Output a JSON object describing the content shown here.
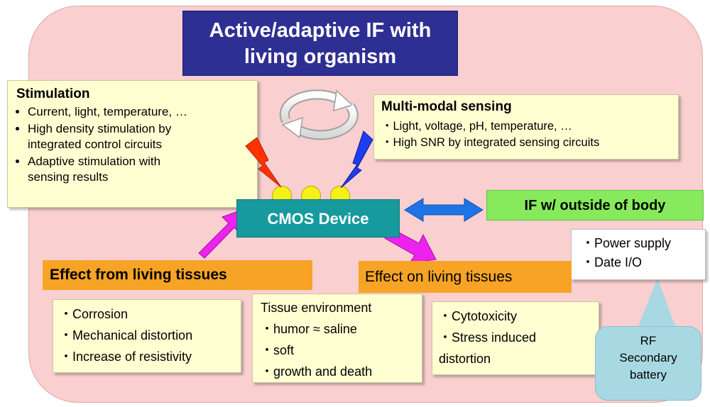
{
  "title": [
    "Active/adaptive IF with",
    "living organism"
  ],
  "stimulation": {
    "heading": "Stimulation",
    "items": [
      [
        "Current, light, temperature, …"
      ],
      [
        "High density stimulation by",
        "integrated control circuits"
      ],
      [
        "Adaptive stimulation with",
        "sensing results"
      ]
    ]
  },
  "multimodal": {
    "heading": "Multi-modal sensing",
    "items": [
      "・Light, voltage, pH, temperature, …",
      "・High SNR by integrated sensing circuits"
    ]
  },
  "cmos_device": "CMOS Device",
  "if_outside": "IF w/ outside of body",
  "power_items": [
    "・Power supply",
    "・Date I/O"
  ],
  "effect_from": {
    "heading": "Effect from living tissues",
    "items": [
      "・Corrosion",
      "・Mechanical distortion",
      "・Increase of resistivity"
    ]
  },
  "tissue_env": {
    "heading": "Tissue environment",
    "items": [
      "・humor ≈ saline",
      "・soft",
      "・growth and death"
    ]
  },
  "effect_on": {
    "heading": "Effect on living tissues",
    "items": [
      "・Cytotoxicity",
      "・Stress induced",
      "distortion"
    ]
  },
  "rf_callout": [
    "RF",
    "Secondary",
    "battery"
  ],
  "colors": {
    "background_panel": "#f9cfcf",
    "title_bg": "#2e2f93",
    "device": "#169a9e",
    "interface_green": "#86ea5c",
    "effect_orange": "#f7a426",
    "note_yellow": "#ffffd2",
    "callout_blue": "#a8d9e3",
    "arrow_magenta": "#ee22ee",
    "arrow_blue": "#1e73e6",
    "lightning_red": "#ff3300",
    "lightning_blue": "#1f3cf0"
  }
}
